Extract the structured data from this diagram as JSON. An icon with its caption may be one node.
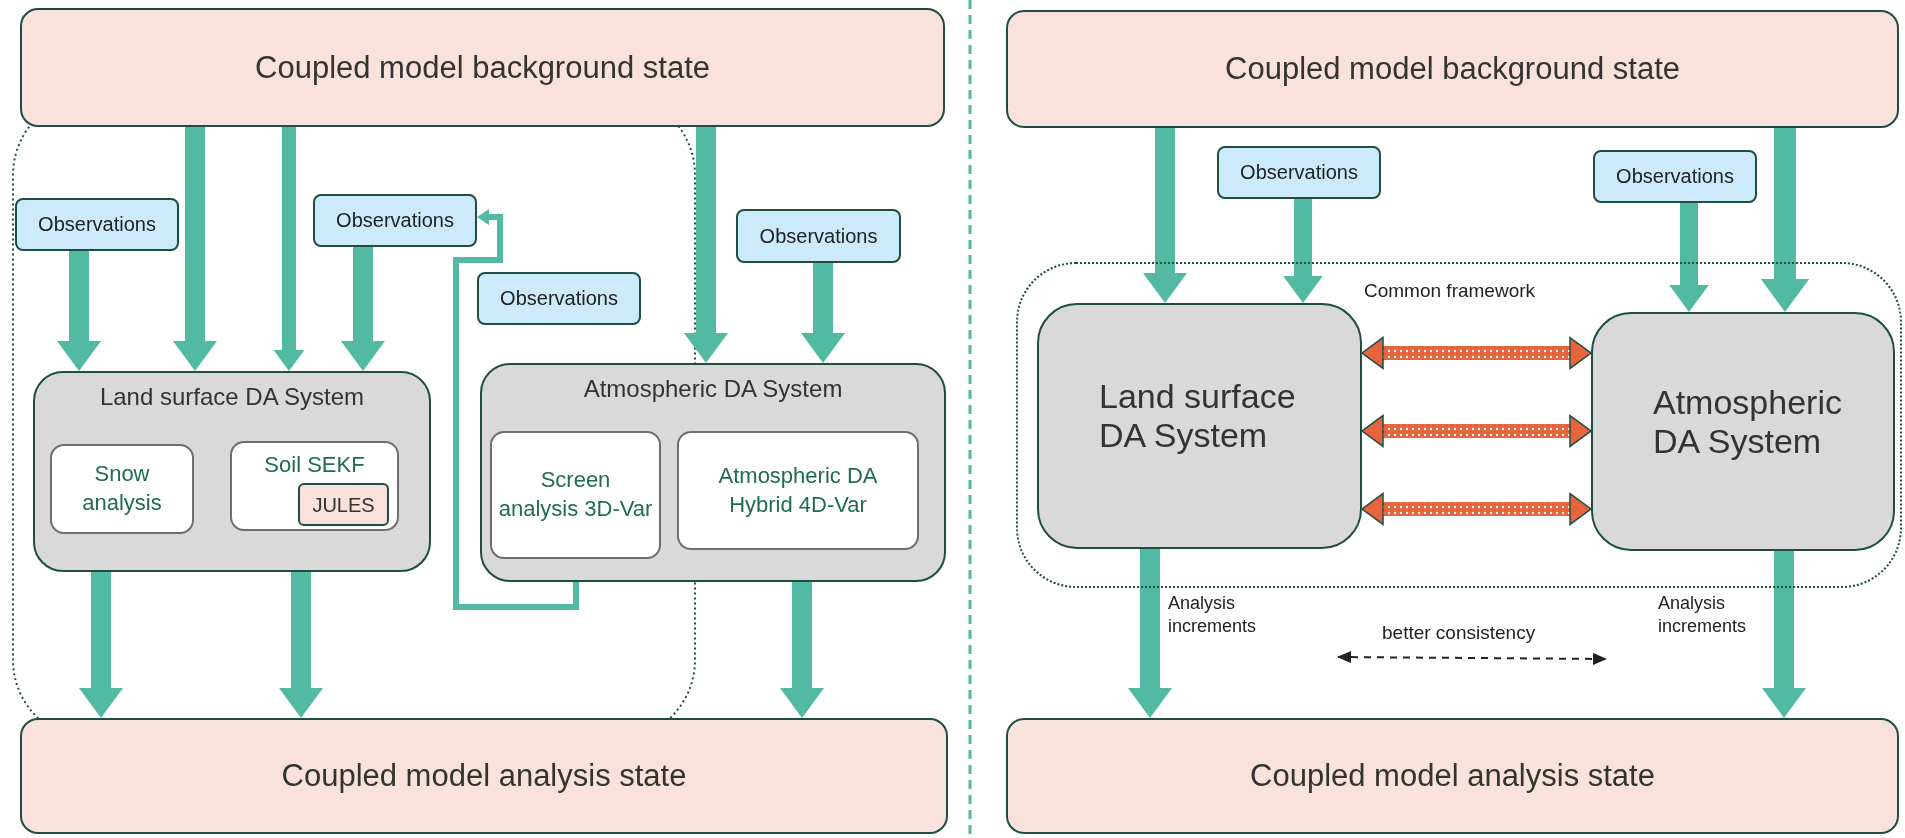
{
  "diagram": {
    "nodes": [
      {
        "text": [
          "Coupled model background state"
        ]
      },
      {
        "text": [
          "Observations"
        ]
      },
      {
        "text": [
          "Observations"
        ]
      },
      {
        "text": [
          "Observations"
        ]
      },
      {
        "text": [
          "Observations"
        ]
      },
      {
        "text": [
          "Land surface DA System"
        ]
      },
      {
        "text": [
          "Snow analysis"
        ],
        "in": 5
      },
      {
        "text": [
          "Soil SEKF"
        ],
        "in": 5
      },
      {
        "text": [
          "JULES"
        ],
        "in": 7
      },
      {
        "text": [
          "Atmospheric DA System"
        ]
      },
      {
        "text": [
          "Screen analysis 3D-Var"
        ],
        "in": 9
      },
      {
        "text": [
          "Atmospheric DA Hybrid 4D-Var"
        ],
        "in": 9
      },
      {
        "text": [
          "Coupled model analysis state"
        ]
      },
      {
        "text": [
          "Coupled model background state"
        ]
      },
      {
        "text": [
          "Observations"
        ]
      },
      {
        "text": [
          "Observations"
        ]
      },
      {
        "text": [
          "Common framework"
        ]
      },
      {
        "text": [
          "Land surface DA System"
        ],
        "in": 16
      },
      {
        "text": [
          "Atmospheric DA System"
        ],
        "in": 16
      },
      {
        "text": [
          "Coupled model analysis state"
        ]
      }
    ],
    "edges": [
      {
        "from": 0,
        "to": 5,
        "arrow": "to"
      },
      {
        "from": 0,
        "to": 5,
        "arrow": "to"
      },
      {
        "from": 0,
        "to": 9,
        "arrow": "to"
      },
      {
        "from": 1,
        "to": 5,
        "arrow": "to"
      },
      {
        "from": 2,
        "to": 5,
        "arrow": "to"
      },
      {
        "from": 4,
        "to": 9,
        "arrow": "to"
      },
      {
        "from": 10,
        "to": 2,
        "arrow": "to"
      },
      {
        "from": 5,
        "to": 12,
        "arrow": "to"
      },
      {
        "from": 5,
        "to": 12,
        "arrow": "to"
      },
      {
        "from": 9,
        "to": 12,
        "arrow": "to"
      },
      {
        "from": 13,
        "to": 17,
        "arrow": "to"
      },
      {
        "from": 14,
        "to": 17,
        "arrow": "to"
      },
      {
        "from": 15,
        "to": 18,
        "arrow": "to"
      },
      {
        "from": 13,
        "to": 18,
        "arrow": "to"
      },
      {
        "from": 17,
        "to": 18,
        "arrow": "both",
        "color": "#e8643c"
      },
      {
        "from": 17,
        "to": 18,
        "arrow": "both",
        "color": "#e8643c"
      },
      {
        "from": 17,
        "to": 18,
        "arrow": "both",
        "color": "#e8643c"
      },
      {
        "from": 17,
        "to": 19,
        "arrow": "to",
        "label": "Analysis increments"
      },
      {
        "from": 18,
        "to": 19,
        "arrow": "to",
        "label": "Analysis increments"
      }
    ],
    "labels": [
      "better consistency"
    ]
  }
}
